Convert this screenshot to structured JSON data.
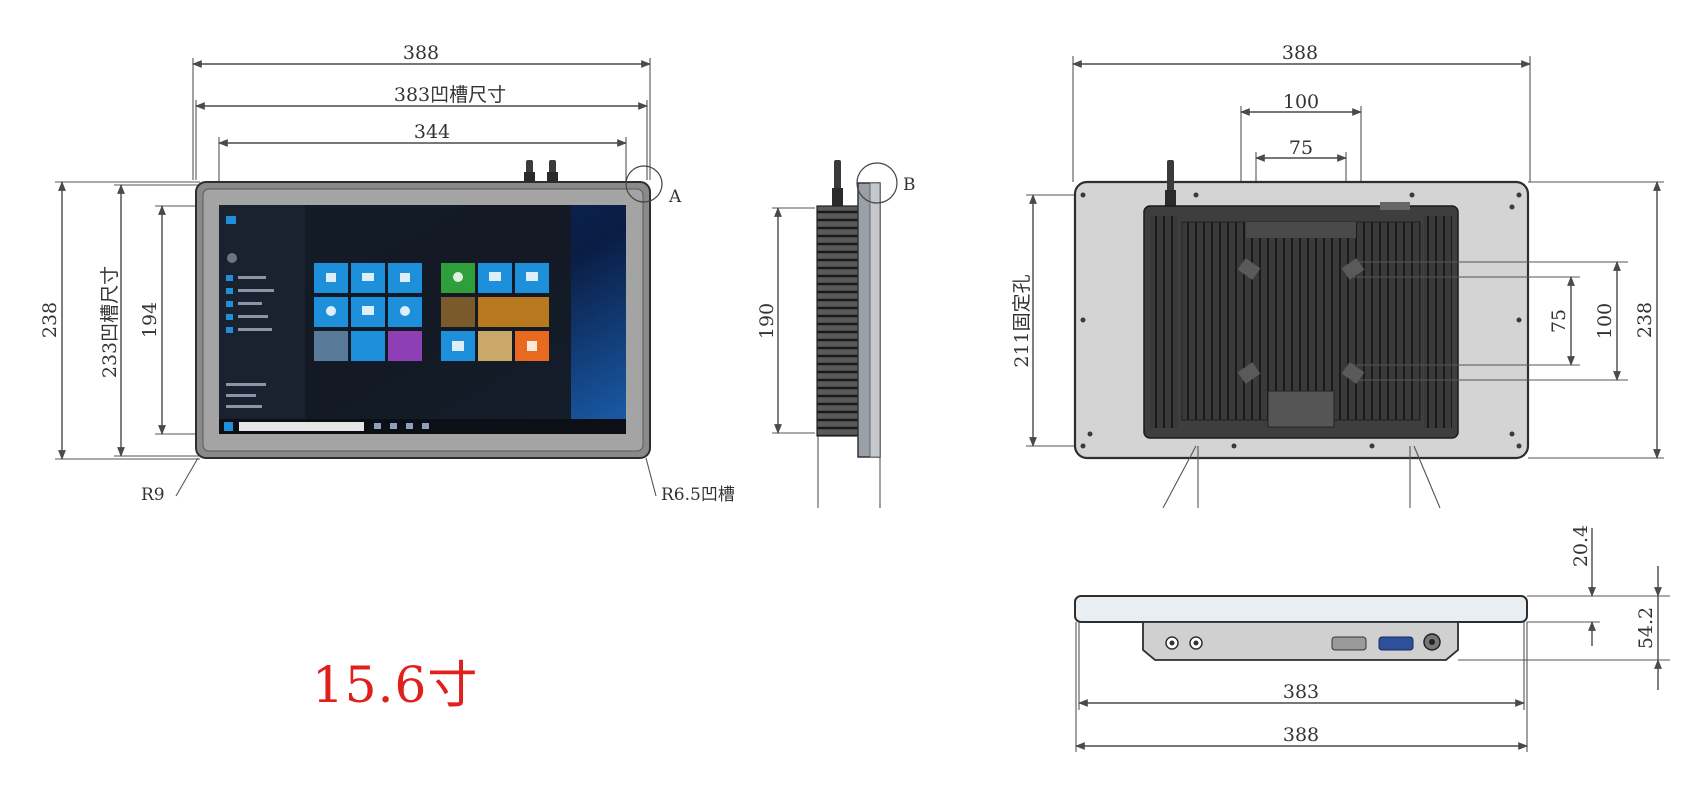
{
  "colors": {
    "line": "#4a4a4a",
    "frame": "#8c8c8c",
    "screen": "#0b1930",
    "heatsink": "#3a3a3a",
    "back_panel": "#d4d4d4",
    "title": "#e0201c",
    "tile_blue": "#1e8fdb",
    "tile_green": "#2e9f3a",
    "tile_orange": "#e86a1f",
    "tile_purple": "#8e3fb6"
  },
  "front_view": {
    "dim_width": "388",
    "dim_cutout_width": "383凹槽尺寸",
    "dim_screen_width": "344",
    "dim_height": "238",
    "dim_cutout_height": "233凹槽尺寸",
    "dim_screen_height": "194",
    "detail_a": "A",
    "note_left": "R9",
    "note_right": "R6.5凹槽"
  },
  "side_view": {
    "dim_height": "190",
    "detail_b": "B"
  },
  "rear_view": {
    "dim_width": "388",
    "dim_vesa_outer": "100",
    "dim_vesa_inner": "75",
    "dim_mount_hole": "211固定孔",
    "dim_vesa_inner_v": "75",
    "dim_vesa_outer_v": "100",
    "dim_height": "238"
  },
  "bottom_view": {
    "dim_bezel_thickness": "20.4",
    "dim_total_depth": "54.2",
    "dim_cutout_width": "383",
    "dim_width": "388"
  },
  "title": "15.6寸"
}
